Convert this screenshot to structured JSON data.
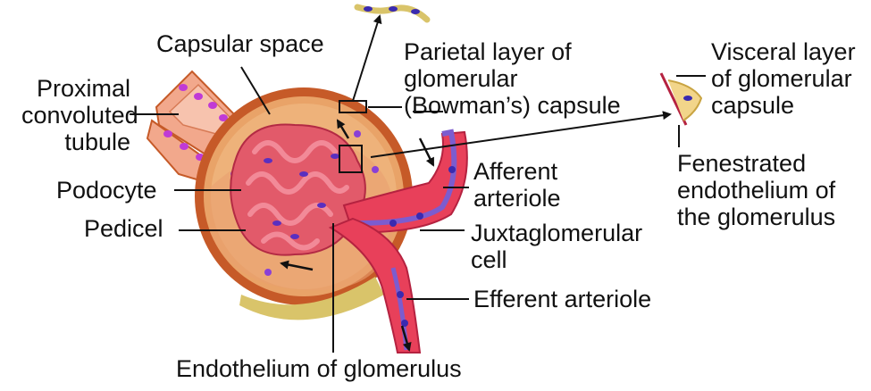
{
  "labels": {
    "capsular_space": "Capsular space",
    "proximal_tubule": [
      "Proximal",
      "convoluted",
      "tubule"
    ],
    "podocyte": "Podocyte",
    "pedicel": "Pedicel",
    "parietal_layer": [
      "Parietal layer of",
      "glomerular",
      "(Bowman’s) capsule"
    ],
    "visceral_layer": [
      "Visceral layer",
      "of glomerular",
      "capsule"
    ],
    "fenestrated": [
      "Fenestrated",
      "endothelium of",
      "the glomerulus"
    ],
    "afferent": [
      "Afferent",
      "arteriole"
    ],
    "juxtaglomerular": [
      "Juxtaglomerular",
      "cell"
    ],
    "efferent": "Efferent arteriole",
    "endothelium": "Endothelium of glomerulus"
  },
  "colors": {
    "capsule_fill": "#e9a368",
    "capsule_rim": "#c65a28",
    "glomerulus": "#e25a6a",
    "vessel": "#e8405a",
    "vessel_lining": "#7c5ccf",
    "nucleus": "#8a3fd6",
    "tubule": "#f2a88c",
    "leader_line": "#111111"
  }
}
